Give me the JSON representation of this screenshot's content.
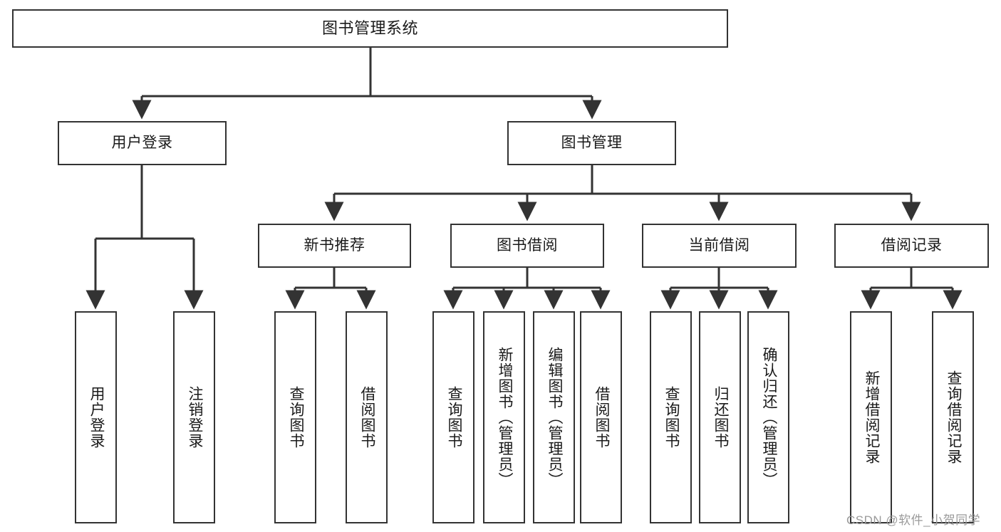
{
  "diagram": {
    "title": "图书管理系统",
    "type": "tree-hierarchy-diagram",
    "colors": {
      "stroke": "#333333",
      "box_fill": "#ffffff",
      "text": "#1a1a1a",
      "watermark": "#9a9a9a",
      "background": "#ffffff"
    },
    "watermark": "CSDN @软件_小贺同学",
    "root": {
      "label": "图书管理系统"
    },
    "level2": [
      {
        "label": "用户登录"
      },
      {
        "label": "图书管理"
      }
    ],
    "level3": [
      {
        "label": "新书推荐"
      },
      {
        "label": "图书借阅"
      },
      {
        "label": "当前借阅"
      },
      {
        "label": "借阅记录"
      }
    ],
    "leaves": {
      "user_login": [
        {
          "label": "用户登录"
        },
        {
          "label": "注销登录"
        }
      ],
      "new_book_recommend": [
        {
          "label": "查询图书"
        },
        {
          "label": "借阅图书"
        }
      ],
      "book_borrow": [
        {
          "label": "查询图书"
        },
        {
          "label": "新增图书（管理员）"
        },
        {
          "label": "编辑图书（管理员）"
        },
        {
          "label": "借阅图书"
        }
      ],
      "current_borrow": [
        {
          "label": "查询图书"
        },
        {
          "label": "归还图书"
        },
        {
          "label": "确认归还（管理员）"
        }
      ],
      "borrow_record": [
        {
          "label": "新增借阅记录"
        },
        {
          "label": "查询借阅记录"
        }
      ]
    }
  }
}
